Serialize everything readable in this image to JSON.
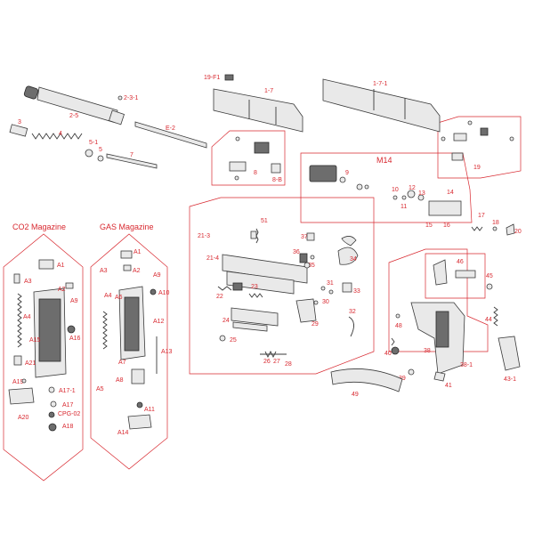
{
  "titles": {
    "co2": "CO2 Magazine",
    "gas": "GAS Magazine",
    "m14": "M14"
  },
  "labels": {
    "l19f1": "19-F1",
    "l17": "1-7",
    "l171": "1-7-1",
    "l231": "2-3-1",
    "l25": "2-5",
    "l3": "3",
    "l4": "4",
    "l51": "5-1",
    "l5": "5",
    "lE2": "E-2",
    "l7": "7",
    "l8": "8",
    "l8B": "8-B",
    "l9": "9",
    "l10": "10",
    "l11": "11",
    "l12": "12",
    "l13": "13",
    "l14": "14",
    "l15": "15",
    "l16": "16",
    "l17b": "17",
    "l18": "18",
    "l19": "19",
    "l20": "20",
    "l213": "21-3",
    "l214": "21-4",
    "l22": "22",
    "l23": "23",
    "l24": "24",
    "l25b": "25",
    "l26": "26",
    "l27": "27",
    "l28": "28",
    "l29": "29",
    "l30": "30",
    "l31": "31",
    "l32": "32",
    "l33": "33",
    "l34": "34",
    "l35": "35",
    "l36": "36",
    "l37": "37",
    "l38": "38",
    "l381": "38-1",
    "l39": "39",
    "l40": "40",
    "l41": "41",
    "l431": "43-1",
    "l44": "44",
    "l45": "45",
    "l46": "46",
    "l48": "48",
    "l49": "49",
    "l51b": "51",
    "cA1": "A1",
    "cA2": "A2",
    "cA3": "A3",
    "cA4": "A4",
    "cA9": "A9",
    "cA15": "A15",
    "cA16": "A16",
    "cA19": "A19",
    "cA20": "A20",
    "cA21": "A21",
    "cA17": "A17",
    "cA171": "A17-1",
    "cCPG": "CPG-02",
    "cA18": "A18",
    "gA1": "A1",
    "gA2": "A2",
    "gA3": "A3",
    "gA4": "A4",
    "gA5": "A5",
    "gA6": "A6",
    "gA7": "A7",
    "gA8": "A8",
    "gA9": "A9",
    "gA10": "A10",
    "gA11": "A11",
    "gA12": "A12",
    "gA13": "A13",
    "gA14": "A14"
  }
}
